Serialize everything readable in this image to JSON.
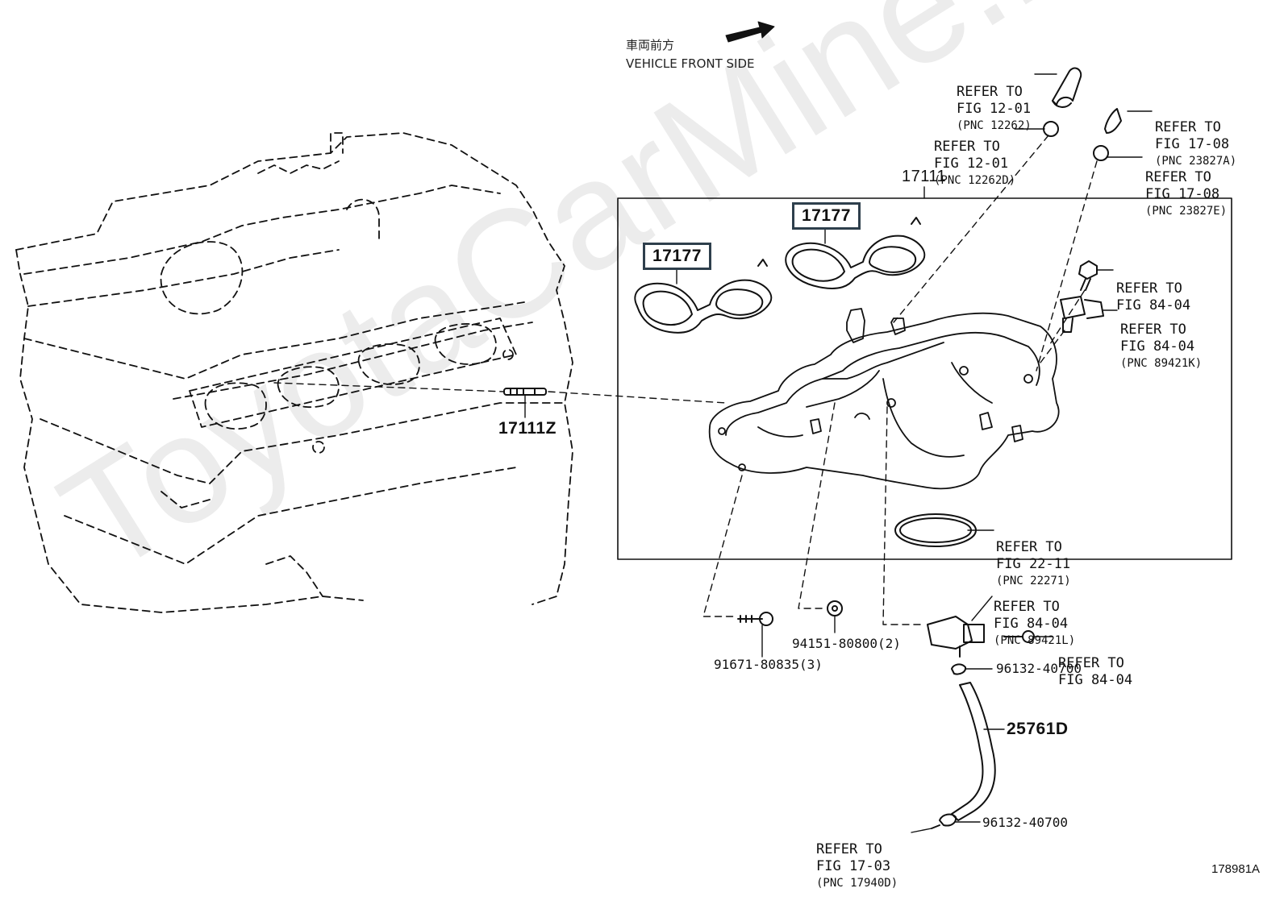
{
  "watermark": "ToyotaCarMine.ru",
  "front_label": {
    "jp": "車両前方",
    "en": "VEHICLE FRONT SIDE"
  },
  "diagram_id": "178981A",
  "parts": {
    "p17111": "17111",
    "p17177_a": "17177",
    "p17177_b": "17177",
    "p17111Z": "17111Z",
    "p25761D": "25761D",
    "p91671": "91671-80835(3)",
    "p94151": "94151-80800(2)",
    "p96132_a": "96132-40700",
    "p96132_b": "96132-40700"
  },
  "refs": [
    {
      "id": "ref-12-01-12262",
      "l1": "REFER TO",
      "l2": "FIG 12-01",
      "l3": "(PNC 12262)"
    },
    {
      "id": "ref-12-01-12262d",
      "l1": "REFER TO",
      "l2": "FIG 12-01",
      "l3": "(PNC 12262D)"
    },
    {
      "id": "ref-17-08-23827a",
      "l1": "REFER TO",
      "l2": "FIG 17-08",
      "l3": "(PNC 23827A)"
    },
    {
      "id": "ref-17-08-23827e",
      "l1": "REFER TO",
      "l2": "FIG 17-08",
      "l3": "(PNC 23827E)"
    },
    {
      "id": "ref-84-04-a",
      "l1": "REFER TO",
      "l2": "FIG 84-04",
      "l3": ""
    },
    {
      "id": "ref-84-04-89421k",
      "l1": "REFER TO",
      "l2": "FIG 84-04",
      "l3": "(PNC 89421K)"
    },
    {
      "id": "ref-22-11-22271",
      "l1": "REFER TO",
      "l2": "FIG 22-11",
      "l3": "(PNC 22271)"
    },
    {
      "id": "ref-84-04-89421l",
      "l1": "REFER TO",
      "l2": "FIG 84-04",
      "l3": "(PNC 89421L)"
    },
    {
      "id": "ref-84-04-b",
      "l1": "REFER TO",
      "l2": "FIG 84-04",
      "l3": ""
    },
    {
      "id": "ref-17-03-17940d",
      "l1": "REFER TO",
      "l2": "FIG 17-03",
      "l3": "(PNC 17940D)"
    }
  ]
}
